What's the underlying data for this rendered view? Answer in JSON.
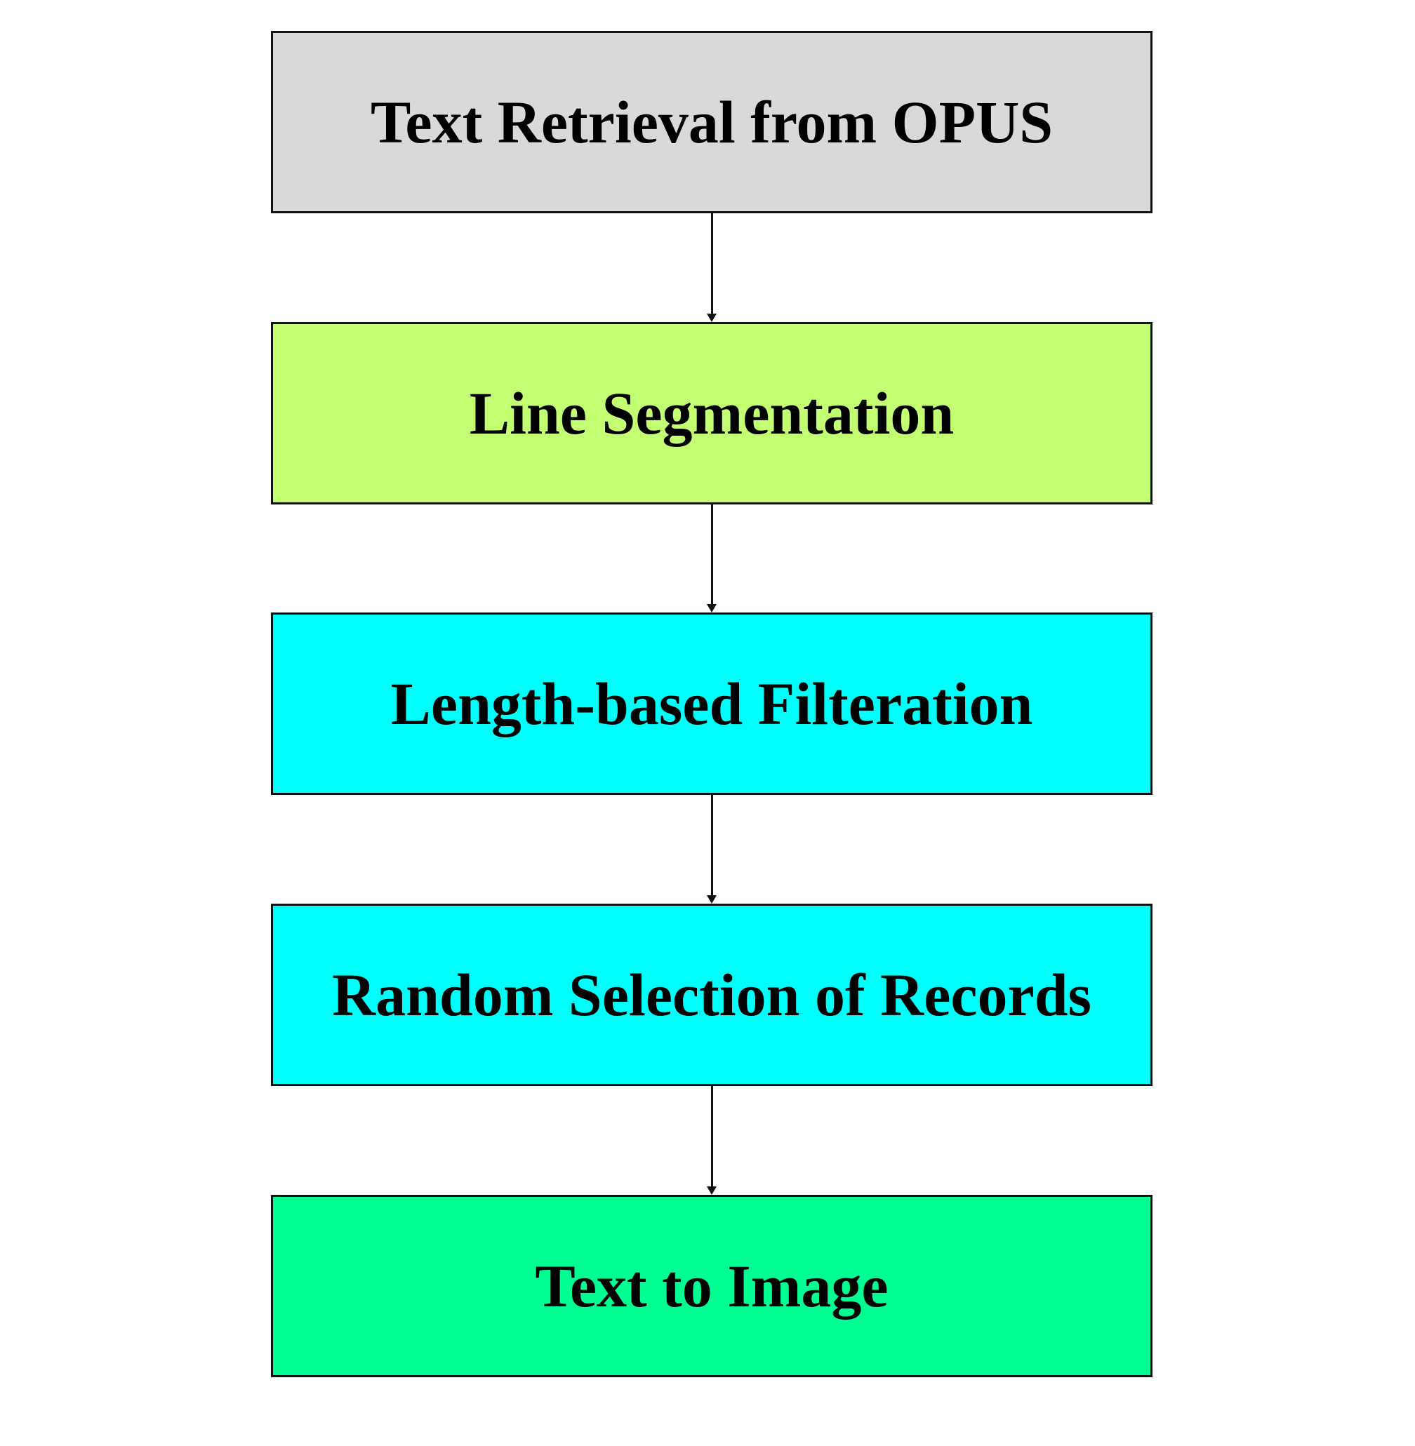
{
  "flowchart": {
    "steps": [
      {
        "label": "Text Retrieval from OPUS",
        "color": "#d9d9d9"
      },
      {
        "label": "Line Segmentation",
        "color": "#c2ff72"
      },
      {
        "label": "Length-based Filteration",
        "color": "#00fffa"
      },
      {
        "label": "Random Selection of Records",
        "color": "#00fffa"
      },
      {
        "label": "Text to Image",
        "color": "#00ff92"
      }
    ],
    "connectors": [
      {
        "from": 0,
        "to": 1
      },
      {
        "from": 1,
        "to": 2
      },
      {
        "from": 2,
        "to": 3
      },
      {
        "from": 3,
        "to": 4
      }
    ],
    "line_color": "#111111"
  }
}
